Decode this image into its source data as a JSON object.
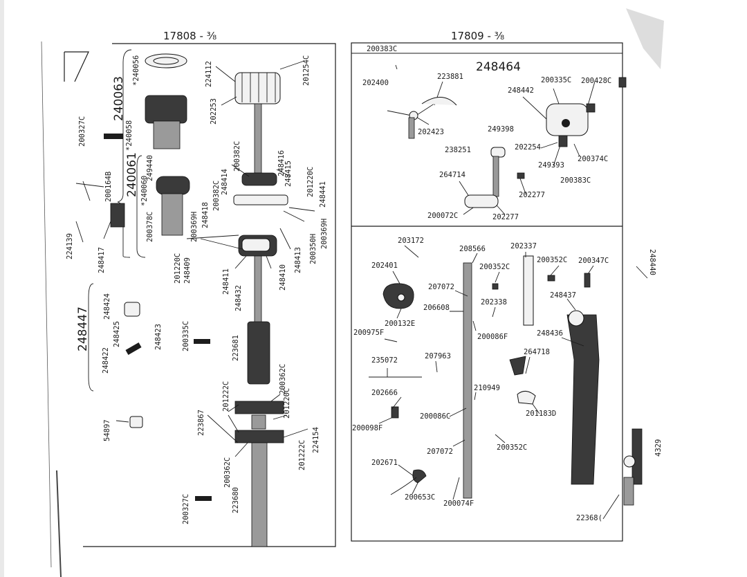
{
  "header": {
    "left_number": "17808 - ³⁄₈",
    "right_number": "17809 - ³⁄₈"
  },
  "left_panel": {
    "assembly_labels": {
      "group_240063": "240063",
      "group_240061": "240061",
      "group_248447": "248447"
    },
    "part_labels": {
      "240056": "*240056",
      "240058": "*240058",
      "249440": "249440",
      "240060": "*240060",
      "200378c": "200378C",
      "200327c_top": "200327C",
      "200164b": "200164B",
      "224139": "224139",
      "248417": "248417",
      "248424": "248424",
      "248425": "248425",
      "248422": "248422",
      "248423": "248423",
      "54897": "54897",
      "224112": "224112",
      "202253": "202253",
      "201254c": "201254C",
      "200382c_a": "200382C",
      "200382c_b": "200382C",
      "248414": "248414",
      "248416": "248416",
      "248415": "248415",
      "201220c_top": "201220C",
      "248441": "248441",
      "200369h_a": "200369H",
      "248418": "248418",
      "200369h_b": "200369H",
      "200350h": "200350H",
      "248413": "248413",
      "248410": "248410",
      "201220c_mid": "201220C",
      "248409": "248409",
      "248411": "248411",
      "248432": "248432",
      "200335c": "200335C",
      "223681": "223681",
      "200362c_a": "200362C",
      "201222c_a": "201222C",
      "201220c_b": "201220C",
      "223867": "223867",
      "224154": "224154",
      "201222c_b": "201222C",
      "200362c_b": "200362C",
      "223680": "223680",
      "200327c_bottom": "200327C"
    }
  },
  "right_top_panel": {
    "title": "248464",
    "part_labels": {
      "200383c_top": "200383C",
      "202400": "202400",
      "223881": "223881",
      "200335c": "200335C",
      "200428c": "200428C",
      "248442": "248442",
      "202423": "202423",
      "249398": "249398",
      "238251": "238251",
      "202254": "202254",
      "200374c": "200374C",
      "249393": "249393",
      "264714": "264714",
      "200383c_b": "200383C",
      "202277_a": "202277",
      "200072c": "200072C",
      "202277_b": "202277"
    }
  },
  "right_bottom_panel": {
    "part_labels": {
      "203172": "203172",
      "208566": "208566",
      "202337": "202337",
      "200352c_a": "200352C",
      "200347c": "200347C",
      "202401": "202401",
      "200352c_b": "200352C",
      "207072_a": "207072",
      "248437": "248437",
      "206608": "206608",
      "202338": "202338",
      "200132e": "200132E",
      "200975f": "200975F",
      "200086f": "200086F",
      "248436": "248436",
      "235072": "235072",
      "207963": "207963",
      "264718": "264718",
      "202666": "202666",
      "210949": "210949",
      "200098f": "200098F",
      "200086c": "200086C",
      "201183d": "201183D",
      "200352c_c": "200352C",
      "207072_b": "207072",
      "202671": "202671",
      "200653c": "200653C",
      "200074f": "200074F"
    }
  },
  "right_margin": {
    "part_248440": "248440",
    "part_4329": "4329",
    "part_223686": "22368("
  }
}
